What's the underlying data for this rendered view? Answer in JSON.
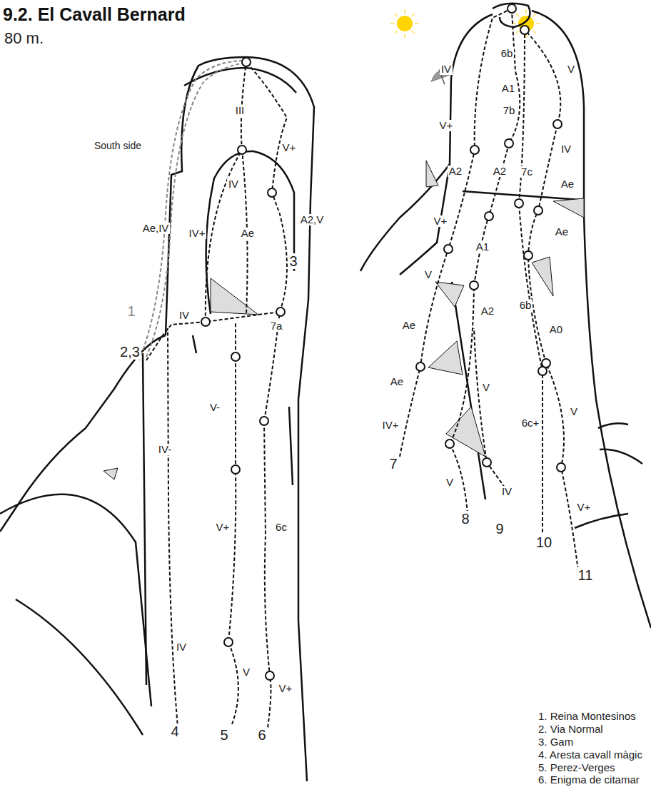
{
  "diagram": {
    "title": "9.2. El Cavall Bernard",
    "labels": [
      "80 m.",
      "South side",
      "III",
      "V+",
      "IV",
      "A2,V",
      "IV+",
      "Ae",
      "Ae,IV",
      "3",
      "1",
      "IV",
      "7a",
      "2,3",
      "V-",
      "IV-",
      "V+",
      "6c",
      "IV",
      "V",
      "V+",
      "4",
      "5",
      "6",
      "IV",
      "6b",
      "V",
      "A1",
      "7b",
      "V+",
      "IV",
      "A2",
      "A2",
      "7c",
      "Ae",
      "V+",
      "Ae",
      "A1",
      "V",
      "Ae",
      "A2",
      "6b",
      "A0",
      "Ae",
      "V",
      "V",
      "IV+",
      "6c+",
      "7",
      "V",
      "IV",
      "V+",
      "8",
      "9",
      "10",
      "11",
      "1. Reina Montesinos",
      "2. Via Normal",
      "3. Gam",
      "4. Aresta cavall màgic",
      "5. Perez-Verges",
      "6. Enigma de citamar"
    ]
  }
}
